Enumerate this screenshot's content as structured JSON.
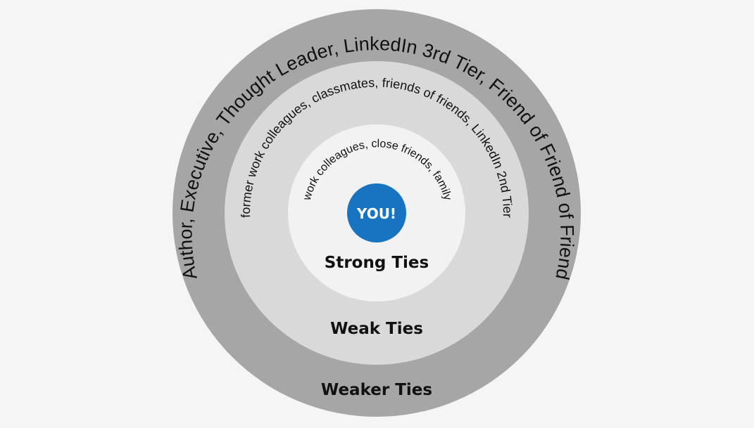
{
  "colors": {
    "background": "#f5f5f5",
    "outer_ring": "#a6a6a6",
    "middle_ring": "#d9d9d9",
    "inner_circle": "#f2f2f2",
    "you_circle": "#1874c1",
    "text": "#111111",
    "you_text": "#ffffff"
  },
  "center": {
    "label": "YOU!"
  },
  "rings": [
    {
      "id": "strong",
      "label": "Strong Ties",
      "arc_text": "work colleagues, close friends, family"
    },
    {
      "id": "weak",
      "label": "Weak Ties",
      "arc_text": "former work colleagues, classmates, friends of friends, LinkedIn 2nd Tier"
    },
    {
      "id": "weaker",
      "label": "Weaker Ties",
      "arc_text": "Author, Executive, Thought Leader, LinkedIn 3rd Tier, Friend of Friend of Friend"
    }
  ]
}
